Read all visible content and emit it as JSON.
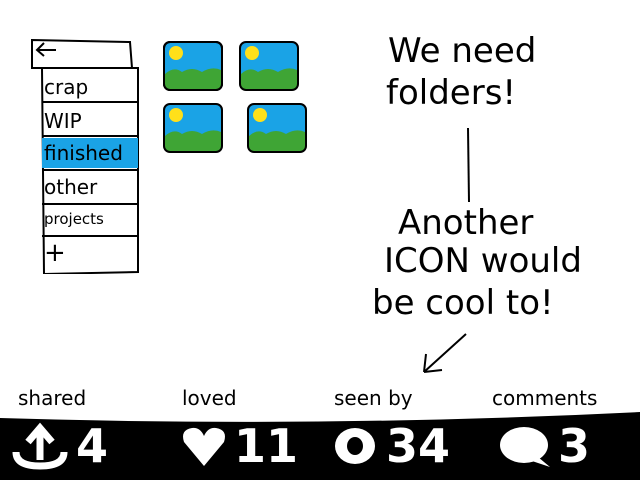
{
  "folders": {
    "back_icon": "left-arrow-icon",
    "items": [
      {
        "label": "crap"
      },
      {
        "label": "WIP"
      },
      {
        "label": "finished",
        "selected": true
      },
      {
        "label": "other"
      },
      {
        "label": "projects"
      },
      {
        "label": "+"
      }
    ],
    "selected_color": "#1aa3e6"
  },
  "thumbnails": {
    "count": 4,
    "icon": "landscape-image-icon",
    "colors": {
      "sky": "#1aa3e6",
      "grass": "#3fa535",
      "sun": "#ffe01a"
    }
  },
  "notes": {
    "line1": "We need",
    "line2": "folders!",
    "line3": "Another",
    "line4": "ICON would",
    "line5": "be cool to!"
  },
  "stats": {
    "shared": {
      "label": "shared",
      "value": "4",
      "icon": "upload-icon"
    },
    "loved": {
      "label": "loved",
      "value": "11",
      "icon": "heart-icon"
    },
    "seen_by": {
      "label": "seen by",
      "value": "34",
      "icon": "eye-icon"
    },
    "comments": {
      "label": "comments",
      "value": "3",
      "icon": "speech-bubble-icon"
    }
  }
}
